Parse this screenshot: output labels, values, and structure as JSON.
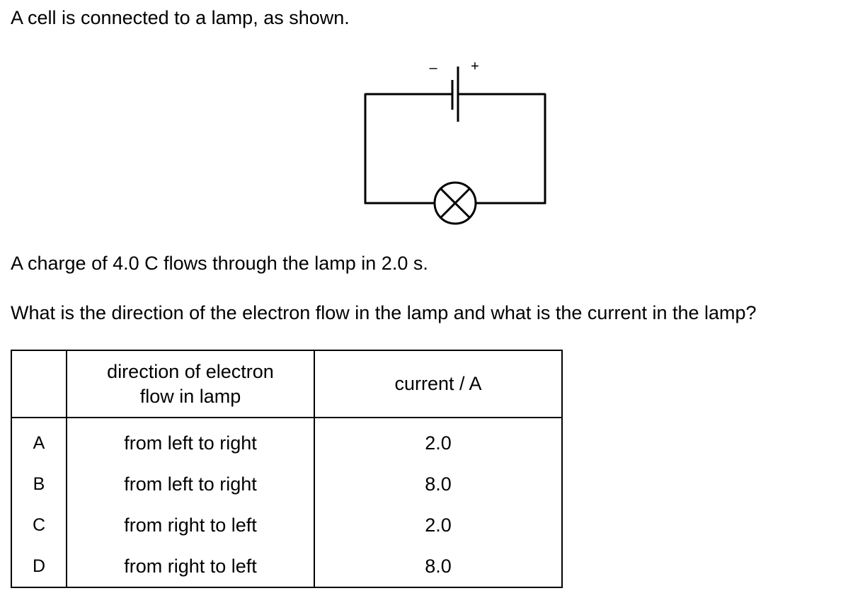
{
  "question": {
    "intro": "A cell is connected to a lamp, as shown.",
    "charge_statement": "A charge of 4.0 C flows through the lamp in 2.0 s.",
    "prompt": "What is the direction of the electron flow in the lamp and what is the current in the lamp?"
  },
  "circuit": {
    "negative_label": "–",
    "positive_label": "+"
  },
  "table": {
    "headers": {
      "option": "",
      "direction": [
        "direction of electron",
        "flow in lamp"
      ],
      "current": "current / A"
    },
    "rows": [
      {
        "option": "A",
        "direction": "from left to right",
        "current": "2.0"
      },
      {
        "option": "B",
        "direction": "from left to right",
        "current": "8.0"
      },
      {
        "option": "C",
        "direction": "from right to left",
        "current": "2.0"
      },
      {
        "option": "D",
        "direction": "from right to left",
        "current": "8.0"
      }
    ]
  }
}
